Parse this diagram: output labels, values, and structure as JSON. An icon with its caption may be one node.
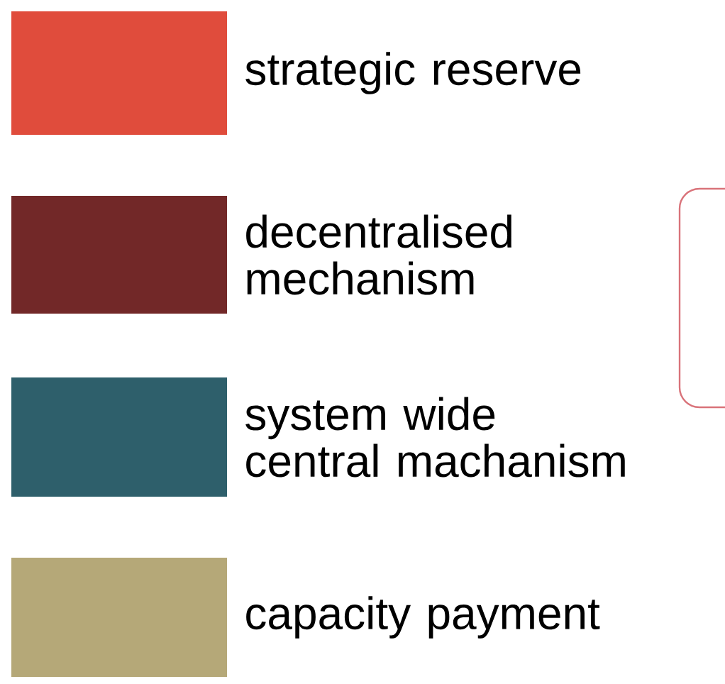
{
  "diagram": {
    "nodes": [
      {
        "text": [],
        "shape": "box"
      }
    ],
    "legend": [
      {
        "text": "strategic reserve",
        "color": "#e04c3c"
      },
      {
        "text": "decentralised mechanism",
        "color": "#722828"
      },
      {
        "text": "system wide central machanism",
        "color": "#2e5f6b"
      },
      {
        "text": "capacity payment",
        "color": "#b5a878"
      }
    ]
  }
}
